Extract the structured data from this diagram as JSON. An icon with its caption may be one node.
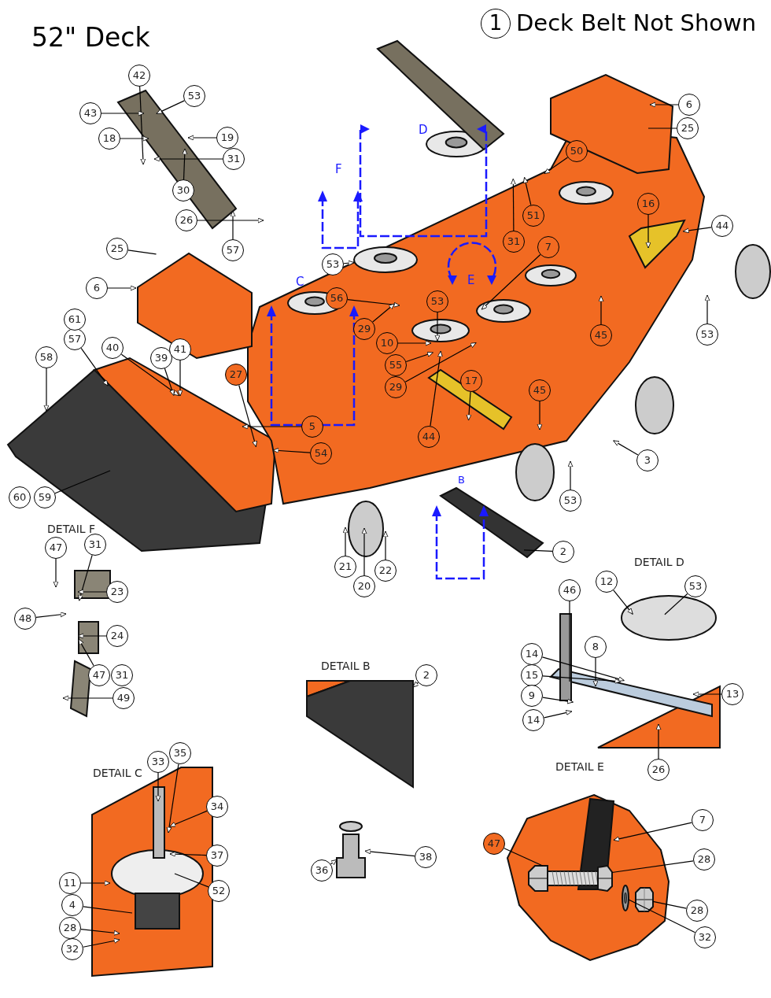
{
  "diagram": {
    "title": "52\" Deck",
    "nodes": [
      {
        "text": [
          "42"
        ]
      },
      {
        "text": [
          "53"
        ]
      },
      {
        "text": [
          "43"
        ]
      },
      {
        "text": [
          "19"
        ]
      },
      {
        "text": [
          "18"
        ]
      },
      {
        "text": [
          "31"
        ]
      },
      {
        "text": [
          "30"
        ]
      },
      {
        "text": [
          "26"
        ]
      },
      {
        "text": [
          "57"
        ]
      },
      {
        "text": [
          "6"
        ]
      },
      {
        "text": [
          "25"
        ]
      },
      {
        "text": [
          "50"
        ]
      },
      {
        "text": [
          "25"
        ]
      },
      {
        "text": [
          "51"
        ]
      },
      {
        "text": [
          "16"
        ]
      },
      {
        "text": [
          "31"
        ]
      },
      {
        "text": [
          "44"
        ]
      },
      {
        "text": [
          "7"
        ]
      },
      {
        "text": [
          "53"
        ]
      },
      {
        "text": [
          "6"
        ]
      },
      {
        "text": [
          "56"
        ]
      },
      {
        "text": [
          "29"
        ]
      },
      {
        "text": [
          "53"
        ]
      },
      {
        "text": [
          "45"
        ]
      },
      {
        "text": [
          "53"
        ]
      },
      {
        "text": [
          "57"
        ]
      },
      {
        "text": [
          "40"
        ]
      },
      {
        "text": [
          "39"
        ]
      },
      {
        "text": [
          "41"
        ]
      },
      {
        "text": [
          "10"
        ]
      },
      {
        "text": [
          "58"
        ]
      },
      {
        "text": [
          "27"
        ]
      },
      {
        "text": [
          "55"
        ]
      },
      {
        "text": [
          "29"
        ]
      },
      {
        "text": [
          "17"
        ]
      },
      {
        "text": [
          "45"
        ]
      },
      {
        "text": [
          "5"
        ]
      },
      {
        "text": [
          "44"
        ]
      },
      {
        "text": [
          "3"
        ]
      },
      {
        "text": [
          "54"
        ]
      },
      {
        "text": [
          "53"
        ]
      },
      {
        "text": [
          "59"
        ]
      },
      {
        "text": [
          "2"
        ]
      },
      {
        "text": [
          "21"
        ]
      },
      {
        "text": [
          "20"
        ]
      },
      {
        "text": [
          "22"
        ]
      },
      {
        "text": [
          "47"
        ]
      },
      {
        "text": [
          "31"
        ]
      },
      {
        "text": [
          "23"
        ]
      },
      {
        "text": [
          "46"
        ]
      },
      {
        "text": [
          "12"
        ]
      },
      {
        "text": [
          "53"
        ]
      },
      {
        "text": [
          "48"
        ]
      },
      {
        "text": [
          "24"
        ]
      },
      {
        "text": [
          "14"
        ]
      },
      {
        "text": [
          "8"
        ]
      },
      {
        "text": [
          "15"
        ]
      },
      {
        "text": [
          "47"
        ]
      },
      {
        "text": [
          "2"
        ]
      },
      {
        "text": [
          "9"
        ]
      },
      {
        "text": [
          "49"
        ]
      },
      {
        "text": [
          "13"
        ]
      },
      {
        "text": [
          "14"
        ]
      },
      {
        "text": [
          "26"
        ]
      },
      {
        "text": [
          "33"
        ]
      },
      {
        "text": [
          "35"
        ]
      },
      {
        "text": [
          "34"
        ]
      },
      {
        "text": [
          "7"
        ]
      },
      {
        "text": [
          "37"
        ]
      },
      {
        "text": [
          "38"
        ]
      },
      {
        "text": [
          "47"
        ]
      },
      {
        "text": [
          "28"
        ]
      },
      {
        "text": [
          "36"
        ]
      },
      {
        "text": [
          "11"
        ]
      },
      {
        "text": [
          "52"
        ]
      },
      {
        "text": [
          "4"
        ]
      },
      {
        "text": [
          "28"
        ]
      },
      {
        "text": [
          "28"
        ]
      },
      {
        "text": [
          "32"
        ]
      },
      {
        "text": [
          "32"
        ]
      },
      {
        "text": [
          "1"
        ]
      },
      {
        "text": [
          "61"
        ]
      },
      {
        "text": [
          "60"
        ]
      },
      {
        "text": [
          "31"
        ]
      },
      {
        "text": [],
        "shape": "picture"
      },
      {
        "text": [],
        "shape": "picture"
      },
      {
        "text": [],
        "shape": "picture"
      },
      {
        "text": [],
        "shape": "picture"
      },
      {
        "text": [],
        "shape": "picture"
      },
      {
        "text": [],
        "shape": "picture"
      },
      {
        "text": [],
        "shape": "picture"
      }
    ],
    "edges": [
      {
        "from": 0,
        "to": null,
        "arrow": "to"
      },
      {
        "from": 1,
        "to": null,
        "arrow": "to"
      },
      {
        "from": 2,
        "to": null,
        "arrow": "to"
      },
      {
        "from": 3,
        "to": null,
        "arrow": "to"
      },
      {
        "from": 4,
        "to": null,
        "arrow": "to"
      },
      {
        "from": 5,
        "to": null,
        "arrow": "to"
      },
      {
        "from": 6,
        "to": null,
        "arrow": "to"
      },
      {
        "from": 7,
        "to": null,
        "arrow": "to"
      },
      {
        "from": 8,
        "to": null,
        "arrow": "to"
      },
      {
        "from": 9,
        "to": null,
        "arrow": "to"
      },
      {
        "from": 10,
        "to": null,
        "arrow": "none"
      },
      {
        "from": 11,
        "to": null,
        "arrow": "to"
      },
      {
        "from": 12,
        "to": null,
        "arrow": "none"
      },
      {
        "from": 13,
        "to": null,
        "arrow": "to"
      },
      {
        "from": 14,
        "to": null,
        "arrow": "to"
      },
      {
        "from": 15,
        "to": null,
        "arrow": "to"
      },
      {
        "from": 16,
        "to": null,
        "arrow": "to"
      },
      {
        "from": 17,
        "to": null,
        "arrow": "to"
      },
      {
        "from": 18,
        "to": 84,
        "arrow": "to"
      },
      {
        "from": 19,
        "to": null,
        "arrow": "to"
      },
      {
        "from": 20,
        "to": null,
        "arrow": "to"
      },
      {
        "from": 21,
        "to": null,
        "arrow": "to"
      },
      {
        "from": 22,
        "to": null,
        "arrow": "to"
      },
      {
        "from": 23,
        "to": null,
        "arrow": "to"
      },
      {
        "from": 24,
        "to": null,
        "arrow": "to"
      },
      {
        "from": 25,
        "to": null,
        "arrow": "to"
      },
      {
        "from": 26,
        "to": null,
        "arrow": "to"
      },
      {
        "from": 27,
        "to": null,
        "arrow": "to"
      },
      {
        "from": 28,
        "to": null,
        "arrow": "to"
      },
      {
        "from": 29,
        "to": null,
        "arrow": "to"
      },
      {
        "from": 30,
        "to": null,
        "arrow": "to"
      },
      {
        "from": 31,
        "to": null,
        "arrow": "to"
      },
      {
        "from": 32,
        "to": null,
        "arrow": "to"
      },
      {
        "from": 33,
        "to": null,
        "arrow": "to"
      },
      {
        "from": 34,
        "to": null,
        "arrow": "to"
      },
      {
        "from": 35,
        "to": null,
        "arrow": "to"
      },
      {
        "from": 36,
        "to": null,
        "arrow": "to"
      },
      {
        "from": 37,
        "to": null,
        "arrow": "to"
      },
      {
        "from": 38,
        "to": null,
        "arrow": "to"
      },
      {
        "from": 39,
        "to": null,
        "arrow": "to"
      },
      {
        "from": 40,
        "to": null,
        "arrow": "to"
      },
      {
        "from": 41,
        "to": null,
        "arrow": "none"
      },
      {
        "from": 42,
        "to": null,
        "arrow": "none"
      },
      {
        "from": 43,
        "to": null,
        "arrow": "to"
      },
      {
        "from": 44,
        "to": null,
        "arrow": "to"
      },
      {
        "from": 45,
        "to": null,
        "arrow": "to"
      },
      {
        "from": 46,
        "to": null,
        "arrow": "to"
      },
      {
        "from": 47,
        "to": null,
        "arrow": "to"
      },
      {
        "from": 48,
        "to": null,
        "arrow": "to"
      },
      {
        "from": 49,
        "to": null,
        "arrow": "none"
      },
      {
        "from": 50,
        "to": null,
        "arrow": "to"
      },
      {
        "from": 51,
        "to": null,
        "arrow": "none"
      },
      {
        "from": 52,
        "to": null,
        "arrow": "to"
      },
      {
        "from": 53,
        "to": null,
        "arrow": "to"
      },
      {
        "from": 54,
        "to": null,
        "arrow": "to"
      },
      {
        "from": 55,
        "to": null,
        "arrow": "to"
      },
      {
        "from": 56,
        "to": null,
        "arrow": "to"
      },
      {
        "from": 57,
        "to": null,
        "arrow": "to"
      },
      {
        "from": 58,
        "to": 86,
        "arrow": "to"
      },
      {
        "from": 59,
        "to": null,
        "arrow": "to"
      },
      {
        "from": 60,
        "to": null,
        "arrow": "to"
      },
      {
        "from": 61,
        "to": null,
        "arrow": "to"
      },
      {
        "from": 62,
        "to": null,
        "arrow": "to"
      },
      {
        "from": 63,
        "to": null,
        "arrow": "to"
      },
      {
        "from": 64,
        "to": null,
        "arrow": "to"
      },
      {
        "from": 65,
        "to": null,
        "arrow": "to"
      },
      {
        "from": 66,
        "to": null,
        "arrow": "to"
      },
      {
        "from": 67,
        "to": 87,
        "arrow": "to"
      },
      {
        "from": 68,
        "to": null,
        "arrow": "to"
      },
      {
        "from": 69,
        "to": 85,
        "arrow": "to"
      },
      {
        "from": 70,
        "to": 88,
        "arrow": "none"
      },
      {
        "from": 71,
        "to": 88,
        "arrow": "none"
      },
      {
        "from": 72,
        "to": 85,
        "arrow": "to"
      },
      {
        "from": 73,
        "to": null,
        "arrow": "to"
      },
      {
        "from": 74,
        "to": null,
        "arrow": "none"
      },
      {
        "from": 75,
        "to": null,
        "arrow": "none"
      },
      {
        "from": 76,
        "to": 89,
        "arrow": "none"
      },
      {
        "from": 77,
        "to": null,
        "arrow": "to"
      },
      {
        "from": 78,
        "to": null,
        "arrow": "to"
      },
      {
        "from": 79,
        "to": 90,
        "arrow": "none"
      }
    ],
    "labels": [
      "Deck Belt Not Shown",
      "D",
      "F",
      "C",
      "E",
      "B",
      "DETAIL F",
      "DETAIL D",
      "DETAIL B",
      "DETAIL C",
      "DETAIL E"
    ]
  }
}
